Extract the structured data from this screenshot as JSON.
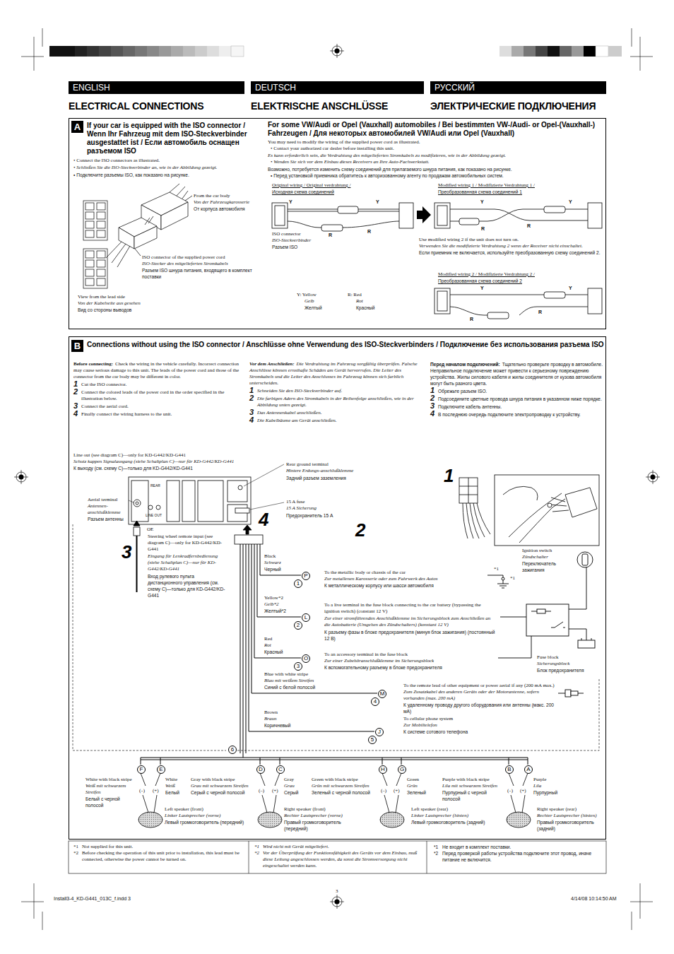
{
  "diagram": {
    "title": "ELECTRICAL CONNECTIONS",
    "nodes": [
      {
        "text": [
          "ENGLISH"
        ]
      },
      {
        "text": [
          "DEUTSCH"
        ]
      },
      {
        "text": [
          "РУССКИЙ"
        ]
      },
      {
        "text": [
          "If your car is equipped with the ISO connector / Wenn Ihr Fahrzeug mit dem ISO-Steckverbinder ausgestattet ist / Если автомобиль оснащен разъемом ISO"
        ]
      },
      {
        "text": [
          "A"
        ],
        "in": 3
      },
      {
        "text": [
          "Connections without using the ISO connector / Anschlüsse ohne Verwendung des ISO-Steckverbinders / Подключение без использования разъема ISO"
        ]
      },
      {
        "text": [
          "B"
        ],
        "in": 5
      },
      {
        "text": [
          "P"
        ],
        "in": 5
      },
      {
        "text": [
          "1"
        ],
        "in": 5
      },
      {
        "text": [
          "L"
        ],
        "in": 5
      },
      {
        "text": [
          "2"
        ],
        "in": 5
      },
      {
        "text": [
          "O"
        ],
        "in": 5
      },
      {
        "text": [
          "3"
        ],
        "in": 5
      },
      {
        "text": [
          "M"
        ],
        "in": 5
      },
      {
        "text": [
          "4"
        ],
        "in": 5
      },
      {
        "text": [
          "J"
        ],
        "in": 5
      },
      {
        "text": [
          "5"
        ],
        "in": 5
      },
      {
        "text": [
          "6"
        ],
        "in": 5
      },
      {
        "text": [
          "F"
        ],
        "in": 5
      },
      {
        "text": [
          "E"
        ],
        "in": 5
      },
      {
        "text": [
          "D"
        ],
        "in": 5
      },
      {
        "text": [
          "C"
        ],
        "in": 5
      },
      {
        "text": [
          "H"
        ],
        "in": 5
      },
      {
        "text": [
          "G"
        ],
        "in": 5
      },
      {
        "text": [
          "B"
        ],
        "in": 5
      },
      {
        "text": [
          "A"
        ],
        "in": 5
      }
    ],
    "labels": [
      "ELEKTRISCHE ANSCHLÜSSE",
      "ЭЛЕКТРИЧЕСКИЕ ПОДКЛЮЧЕНИЯ",
      "• Connect the ISO connectors as illustrated.",
      "• Schließen Sie die ISO-Steckverbinder an, wie in der Abbildung gezeigt.",
      "• Подключите разъемы ISO, как показано на рисунке.",
      "From the car body",
      "Von der Fahrzeugkarosserie",
      "От корпуса автомобиля",
      "ISO connector of the supplied power cord",
      "ISO-Stecker des mitgelieferten Stromkabels",
      "Разъем ISO шнура питания, входящего в комплект поставки",
      "View from the lead side",
      "Von der Kabelseite aus gesehen",
      "Вид со стороны выводов",
      "For some VW/Audi or Opel (Vauxhall) automobiles / Bei bestimmten VW-/Audi- or Opel-(Vauxhall-) Fahrzeugen / Для некоторых автомобилей VW/Audi или Opel (Vauxhall)",
      "You may need to modify the wiring of the supplied power cord as illustrated.",
      "• Contact your authorized car dealer before installing this unit.",
      "Es kann erforderlich sein, die Verdrahtung des mitgelieferten Stromkabels zu modifizieren, wie in der Abbildung gezeigt.",
      "• Wenden Sie sich vor dem Einbau dieses Receivers an Ihre Auto-Fachwerkstatt.",
      "Возможно, потребуется изменить схему соединений для прилагаемого шнура питания, как показано на рисунке.",
      "• Перед установкой приемника обратитесь к авторизованному агенту по продажам автомобильных систем.",
      "Original wiring / Original verdrahtung /",
      "Исходная схема соединений",
      "Modified wiring 1 / Modifizierte Verdrahtung 1 /",
      "Преобразованная схема соединений 1",
      "Y",
      "Y",
      "R",
      "R",
      "Y",
      "Y",
      "R",
      "R",
      "ISO connector",
      "ISO-Steckverbinder",
      "Разъем ISO",
      "Use modified wiring 2 if the unit does not turn on.",
      "Verwenden Sie die modifizierte Verdrahtung 2 wenn der Receiver nicht einschaltet.",
      "Если приемник не включается, используйте преобразованную схему соединений 2.",
      "Modified wiring 2 / Modifizierte Verdrahtung 2 /",
      "Преобразованная схема соединений 2",
      "Y",
      "Y",
      "R",
      "R",
      "Y: Yellow",
      "Gelb",
      "Желтый",
      "R: Red",
      "Rot",
      "Красный",
      "Before connecting:",
      "Check the wiring in the vehicle carefully. Incorrect connection may cause serious damage to this unit. The leads of the power cord and those of the connector from the car body may be different in color.",
      "1",
      "Cut the ISO connector.",
      "2",
      "Connect the colored leads of the power cord in the order specified in the illustration below.",
      "3",
      "Connect the aerial cord.",
      "4",
      "Finally connect the wiring harness to the unit.",
      "Vor dem Anschließen:",
      "Die Verdrahtung im Fahrzeug sorgfältig überprüfen. Falsche Anschlüsse können ernsthafte Schäden am Gerät hervorrufen. Die Leiter des Stromkabels und die Leiter des Anschlusses im Fahrzeug können sich farblich unterscheiden.",
      "1",
      "Schneiden Sie den ISO-Steckverbinder auf.",
      "2",
      "Die farbigen Adern des Stromkabels in der Reihenfolge anschließen, wie in der Abbildung unten gezeigt.",
      "3",
      "Das Antennenkabel anschließen.",
      "4",
      "Die Kabelbäume am Gerät anschließen.",
      "Перед началом подключений:",
      "Тщательно проверьте проводку в автомобиле. Неправильное подключение может привести к серьезному повреждению устройства. Жилы силового кабеля и жилы соединителя от кузова автомобиля могут быть разного цвета.",
      "1",
      "Обрежьте разъем ISO.",
      "2",
      "Подсоедините цветные провода шнура питания в указанном ниже порядке.",
      "3",
      "Подключите кабель антенны.",
      "4",
      "В последнюю очередь подключите электропроводку к устройству.",
      "Line out (see diagram C)—only for KD-G442/KD-G441",
      "Schutz kappen Signalausgang (siehe Schaltplan C)—nur für KD-G442/KD-G441",
      "К выходу (см. схему C)—только для KD-G442/KD-G441",
      "Aerial terminal",
      "Antennen-anschlußklemme",
      "Разъем антенны",
      "REAR",
      "LINE OUT",
      "OE",
      "Steering wheel remote input (see diagram C)—only for KD-G442/KD-G441",
      "Eingang für Lenkradfernbedienung (siehe Schaltplan C)—nur für KD-G442/KD-G441",
      "Вход рулевого пульта дистанционного управления (см. схему C)—только для KD-G442/KD-G441",
      "Rear ground terminal",
      "Hintere Erdungs-anschlußklemme",
      "Задний разъем заземления",
      "15 A fuse",
      "15 A Sicherung",
      "Предохранитель 15 A",
      "1",
      "2",
      "3",
      "4",
      "Black",
      "Schwarz",
      "Черный",
      "To the metallic body or chassis of the car",
      "Zur metallenen Karosserie oder zum Fahrwerk des Autos",
      "К металлическому корпусу или шасси автомобиля",
      "Yellow*2",
      "Gelb*2",
      "Желтый*2",
      "To a live terminal in the fuse block connecting to the car battery (bypassing the ignition switch) (constant 12 V)",
      "Zur einer stromführenden Anschlußklemme im Sicherungsblock zum Anschließen an die Autobatterie (Umgehen des Zündschalters) (konstant 12 V)",
      "К разъему фазы в блоке предохранителя (минуя блок зажигания) (постоянный 12 В)",
      "Red",
      "Rot",
      "Красный",
      "To an accessory terminal in the fuse block",
      "Zur einer Zubehöranschlußklemme im Sicherungsblock",
      "К вспомогательному разъему в блоке предохранителя",
      "Blue with white stripe",
      "Blau mit weißem Streifen",
      "Синий с белой полосой",
      "To the remote lead of other equipment or power aerial if any (200 mA max.)",
      "Zum Zusatzkabel des anderen Geräts oder der Motorantenne, sofern vorhanden (max. 200 mA)",
      "К удаленному проводу другого оборудования или антенны (макс. 200 мА)",
      "Brown",
      "Braun",
      "Коричневый",
      "To cellular phone system",
      "Zur Mobiltelefon",
      "К системе сотового телефона",
      "*1",
      "*1",
      "Ignition switch",
      "Zündschalter",
      "Переключатель зажигания",
      "Fuse block",
      "Sicherungsblock",
      "Блок предохранителя",
      "White with black stripe",
      "Weiß mit schwarzem Streifen",
      "Белый с черной полосой",
      "White",
      "Weiß",
      "Белый",
      "Gray with black stripe",
      "Grau mit schwarzem Streifen",
      "Серый с черной полосой",
      "Gray",
      "Grau",
      "Серый",
      "Green with black stripe",
      "Grün mit schwarzem Streifen",
      "Зеленый с черной полосой",
      "Green",
      "Grün",
      "Зеленый",
      "Purple with black stripe",
      "Lila mit schwarzem Streifen",
      "Пурпурный с черной полосой",
      "Purple",
      "Lila",
      "Пурпурный",
      "(–)",
      "(+)",
      "(–)",
      "(+)",
      "(–)",
      "(+)",
      "(–)",
      "(+)",
      "Left speaker (front)",
      "Linker Lautsprecher (vorne)",
      "Левый громкоговоритель (передний)",
      "Right speaker (front)",
      "Rechter Lautsprecher (vorne)",
      "Правый громкоговоритель (передний)",
      "Left speaker (rear)",
      "Linker Lautsprecher (hinten)",
      "Левый громкоговоритель (задний)",
      "Right speaker (rear)",
      "Rechter Lautsprecher (hinten)",
      "Правый громкоговоритель (задний)",
      "*1",
      "Not supplied for this unit.",
      "*2",
      "Before checking the operation of this unit prior to installation, this lead must be connected, otherwise the power cannot be turned on.",
      "*1",
      "Wird nicht mit Gerät mitgeliefert.",
      "*2",
      "Vor der Überprüfung der Funktionsfähigkeit des Geräts vor dem Einbau, muß diese Leitung angeschlossen werden, da sonst die Stromversorgung nicht eingeschaltet werden kann.",
      "*1",
      "Не входит в комплект поставки.",
      "*2",
      "Перед проверкой работы устройства подключите этот провод, иначе питание не включится.",
      "3",
      "Install3-4_KD-G441_013C_f.indd 3",
      "4/14/08 10:14:50 AM"
    ]
  }
}
